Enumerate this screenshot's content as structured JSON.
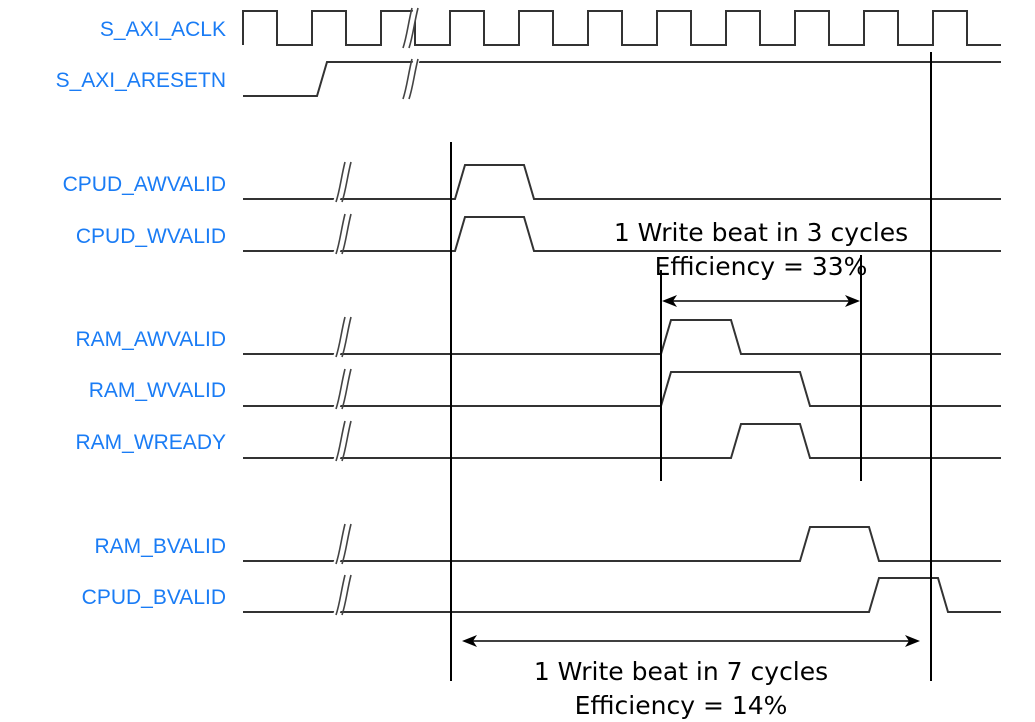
{
  "signals": [
    {
      "id": "aclk",
      "label": "S_AXI_ACLK"
    },
    {
      "id": "aresetn",
      "label": "S_AXI_ARESETN"
    },
    {
      "id": "cpu-awv",
      "label": "CPUD_AWVALID"
    },
    {
      "id": "cpu-wv",
      "label": "CPUD_WVALID"
    },
    {
      "id": "ram-awv",
      "label": "RAM_AWVALID"
    },
    {
      "id": "ram-wv",
      "label": "RAM_WVALID"
    },
    {
      "id": "ram-wr",
      "label": "RAM_WREADY"
    },
    {
      "id": "ram-bv",
      "label": "RAM_BVALID"
    },
    {
      "id": "cpu-bv",
      "label": "CPUD_BVALID"
    }
  ],
  "annotations": {
    "ram_path": {
      "line1": "1 Write beat in 3 cycles",
      "line2": "Efficiency = 33%"
    },
    "cpu_path": {
      "line1": "1 Write beat in 7 cycles",
      "line2": "Efficiency = 14%"
    }
  }
}
